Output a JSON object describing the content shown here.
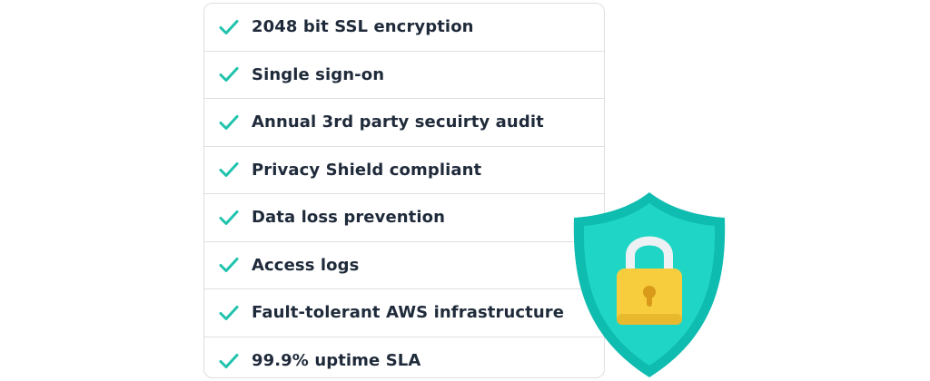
{
  "features": [
    {
      "label": "2048 bit SSL encryption"
    },
    {
      "label": "Single sign-on"
    },
    {
      "label": "Annual 3rd party secuirty audit"
    },
    {
      "label": "Privacy Shield compliant"
    },
    {
      "label": "Data loss prevention"
    },
    {
      "label": "Access logs"
    },
    {
      "label": "Fault-tolerant AWS infrastructure"
    },
    {
      "label": "99.9% uptime SLA"
    }
  ],
  "colors": {
    "check": "#1fc3ad",
    "text": "#1f2a3a",
    "border": "#dcdfe3",
    "shield_outer": "#0fbcb0",
    "shield_inner": "#1fd6c6",
    "lock_body": "#f7cd3e",
    "lock_shackle": "#eef1f4",
    "keyhole": "#d99a1a"
  },
  "icons": {
    "check": "checkmark-icon",
    "shield": "shield-lock-icon"
  }
}
